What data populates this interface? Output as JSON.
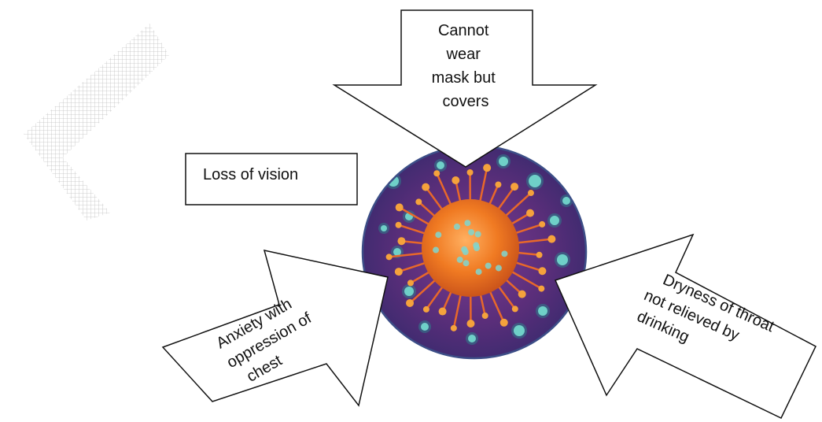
{
  "diagram": {
    "center": {
      "icon": "coronavirus-icon"
    },
    "arrows": {
      "top": {
        "lines": [
          "Cannot",
          "wear",
          "mask but",
          "covers"
        ]
      },
      "left": {
        "lines": [
          "Anxiety with",
          "oppression of",
          "chest"
        ]
      },
      "right": {
        "lines": [
          "Dryness of throat",
          "not relieved by",
          "drinking"
        ]
      }
    },
    "box": {
      "label": "Loss of vision"
    }
  },
  "colors": {
    "virus_background": "#5b2e7a",
    "virus_body": "#f07a22",
    "virus_spike": "#6fd0c8",
    "rim": "#3c4e87",
    "watermark": "#cfcfcf"
  }
}
